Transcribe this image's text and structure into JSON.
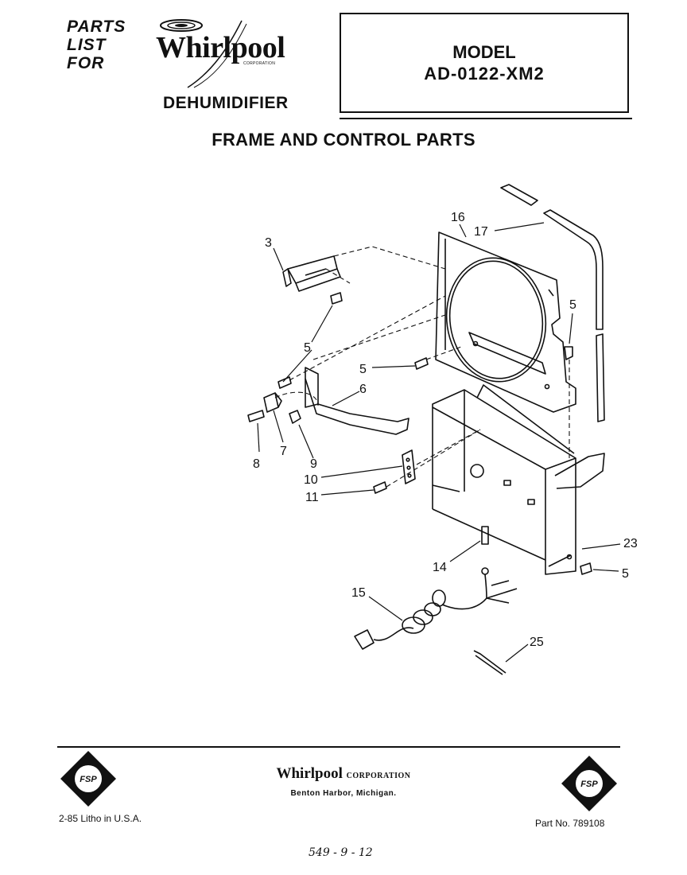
{
  "header": {
    "parts_list_lines": [
      "PARTS",
      "LIST",
      "FOR"
    ],
    "brand": "Whirlpool",
    "brand_sub": "CORPORATION",
    "product": "DEHUMIDIFIER"
  },
  "model": {
    "label": "MODEL",
    "number": "AD-0122-XM2"
  },
  "section_title": "FRAME AND CONTROL PARTS",
  "callouts": [
    {
      "id": "c3",
      "text": "3"
    },
    {
      "id": "c16",
      "text": "16"
    },
    {
      "id": "c17",
      "text": "17"
    },
    {
      "id": "c5a",
      "text": "5"
    },
    {
      "id": "c5b",
      "text": "5"
    },
    {
      "id": "c5c",
      "text": "5"
    },
    {
      "id": "c6",
      "text": "6"
    },
    {
      "id": "c7",
      "text": "7"
    },
    {
      "id": "c8",
      "text": "8"
    },
    {
      "id": "c9",
      "text": "9"
    },
    {
      "id": "c10",
      "text": "10"
    },
    {
      "id": "c11",
      "text": "11"
    },
    {
      "id": "c14",
      "text": "14"
    },
    {
      "id": "c15",
      "text": "15"
    },
    {
      "id": "c23",
      "text": "23"
    },
    {
      "id": "c5d",
      "text": "5"
    },
    {
      "id": "c25",
      "text": "25"
    }
  ],
  "footer": {
    "brand": "Whirlpool",
    "brand_corp": "CORPORATION",
    "address": "Benton Harbor, Michigan.",
    "litho": "2-85  Litho in U.S.A.",
    "part_no": "Part No. 789108",
    "handwritten": "549 - 9 - 12",
    "badge_text": "FSP"
  }
}
